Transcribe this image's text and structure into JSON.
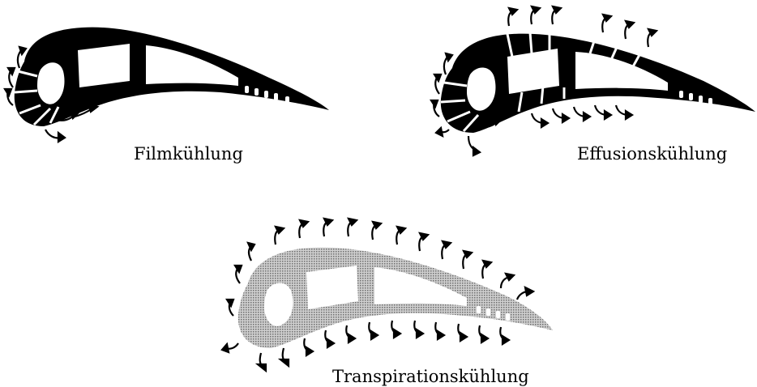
{
  "figures": [
    {
      "id": "film",
      "caption": "Filmkühlung"
    },
    {
      "id": "effusion",
      "caption": "Effusionskühlung"
    },
    {
      "id": "transpiration",
      "caption": "Transpirationskühlung"
    }
  ],
  "colors": {
    "solid_blade": "#000000",
    "porous_blade": "#a9a9a9",
    "background": "#ffffff",
    "arrow": "#000000"
  },
  "icons": [
    "cooling-flow-arrow-icon"
  ]
}
